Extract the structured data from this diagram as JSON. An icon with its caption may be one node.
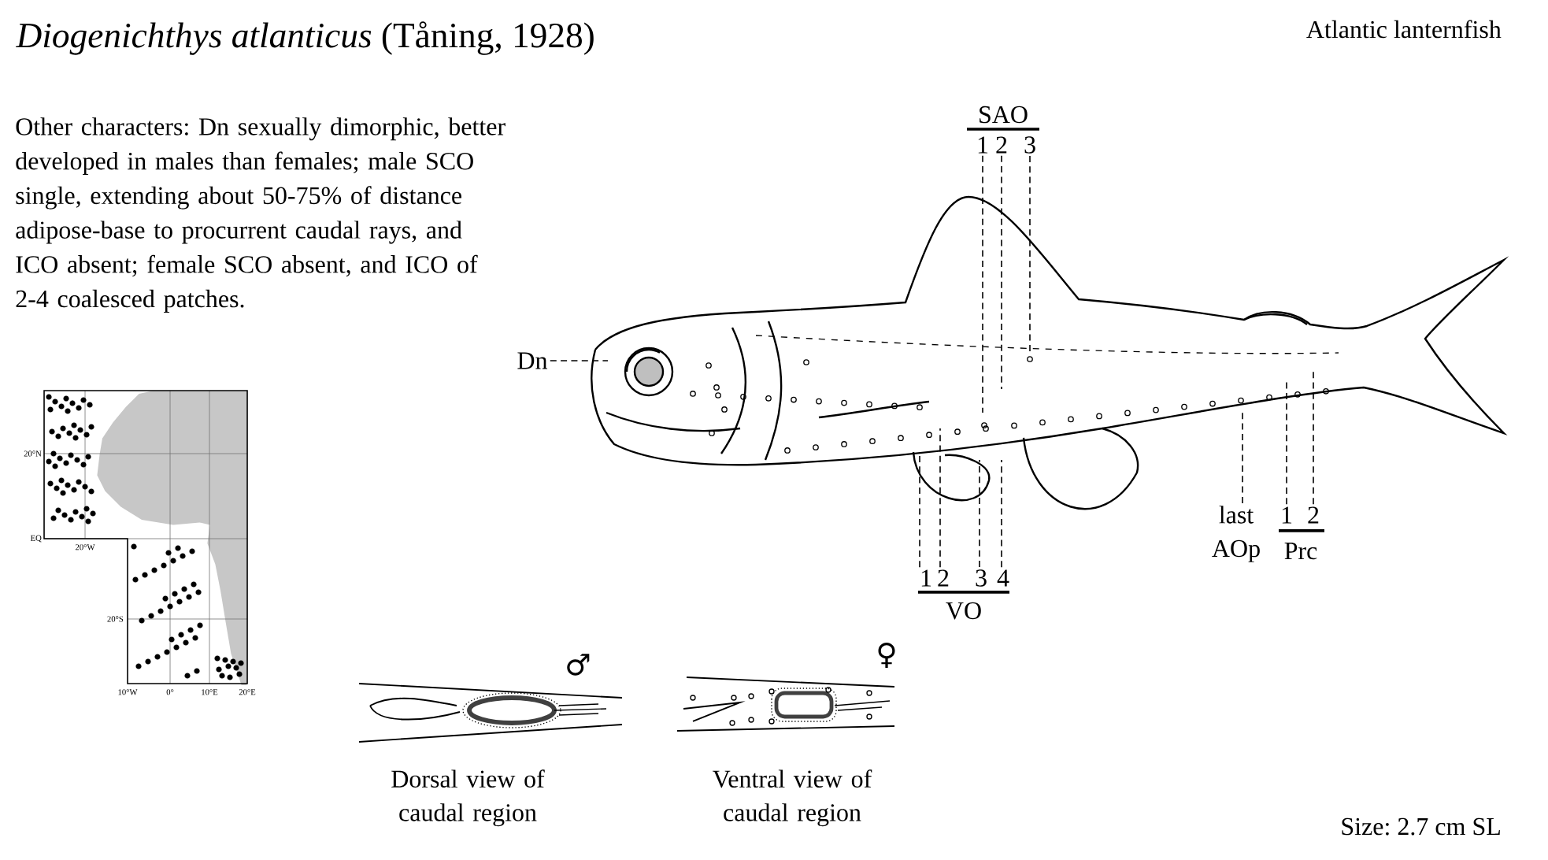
{
  "diagram": {
    "title": "*Diogenichthys atlanticus* (Tåning, 1928)",
    "nodes": [
      {
        "text": [
          "1"
        ]
      },
      {
        "text": [
          "2"
        ]
      },
      {
        "text": [
          "3"
        ]
      },
      {
        "text": [
          "Dn"
        ]
      },
      {
        "text": [
          "last AOp"
        ]
      },
      {
        "text": [
          "1"
        ]
      },
      {
        "text": [
          "2"
        ]
      },
      {
        "text": [
          "1"
        ]
      },
      {
        "text": [
          "2"
        ]
      },
      {
        "text": [
          "3"
        ]
      },
      {
        "text": [
          "4"
        ]
      }
    ],
    "edges": [
      {
        "from": 0,
        "to": null,
        "arrow": "none",
        "style": "dashed"
      },
      {
        "from": 1,
        "to": null,
        "arrow": "none",
        "style": "dashed"
      },
      {
        "from": 2,
        "to": null,
        "arrow": "none",
        "style": "dashed"
      },
      {
        "from": 3,
        "to": null,
        "arrow": "none",
        "style": "dashed"
      },
      {
        "from": 4,
        "to": null,
        "arrow": "none",
        "style": "dashed"
      },
      {
        "from": 5,
        "to": null,
        "arrow": "none",
        "style": "dashed"
      },
      {
        "from": 6,
        "to": null,
        "arrow": "none",
        "style": "dashed"
      },
      {
        "from": 7,
        "to": null,
        "arrow": "none",
        "style": "dashed"
      },
      {
        "from": 8,
        "to": null,
        "arrow": "none",
        "style": "dashed"
      },
      {
        "from": 9,
        "to": null,
        "arrow": "none",
        "style": "dashed"
      },
      {
        "from": 10,
        "to": null,
        "arrow": "none",
        "style": "dashed"
      }
    ],
    "labels": [
      "Atlantic lanternfish",
      "Other characters: Dn sexually dimorphic, better developed in males than females; male SCO single, extending about 50-75% of distance adipose-base to procurrent caudal rays, and ICO absent; female SCO absent, and ICO of 2-4 coalesced patches.",
      "SAO",
      "20°N",
      "EQ",
      "20°W",
      "20°S",
      "10°W",
      "0°",
      "10°E",
      "20°E",
      "Prc",
      "VO",
      "♂",
      "♀",
      "Dorsal view of caudal region",
      "Ventral view of caudal region",
      "Size: 2.7 cm SL"
    ]
  }
}
